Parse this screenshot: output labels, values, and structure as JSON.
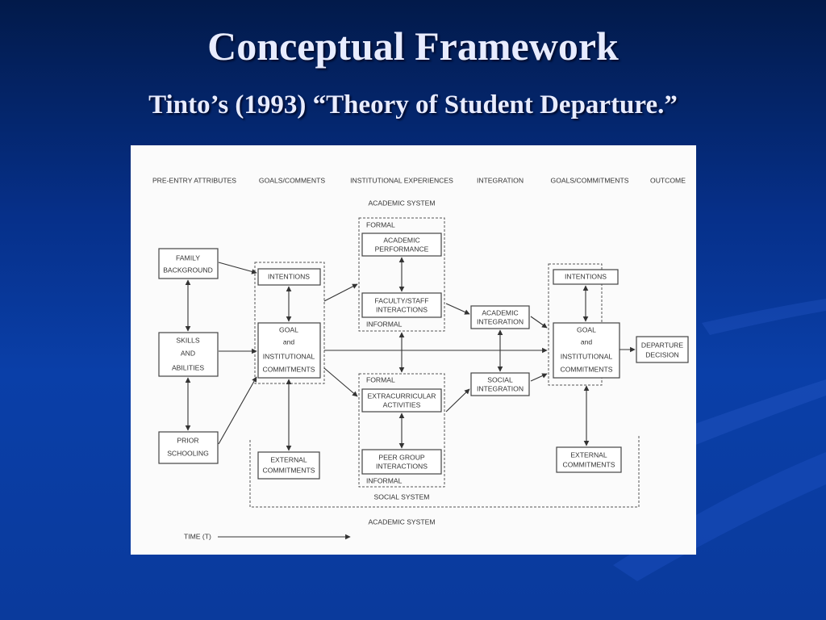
{
  "slide": {
    "title": "Conceptual Framework",
    "subtitle": "Tinto’s (1993) “Theory of Student Departure.”"
  },
  "diagram": {
    "column_headers": [
      "PRE-ENTRY ATTRIBUTES",
      "GOALS/COMMENTS",
      "INSTITUTIONAL EXPERIENCES",
      "INTEGRATION",
      "GOALS/COMMITMENTS",
      "OUTCOME"
    ],
    "academic_system_top": "ACADEMIC SYSTEM",
    "academic_system_bottom": "ACADEMIC SYSTEM",
    "social_system": "SOCIAL SYSTEM",
    "formal_top": "FORMAL",
    "informal_top": "INFORMAL",
    "formal_bottom": "FORMAL",
    "informal_bottom": "INFORMAL",
    "family_background": [
      "FAMILY",
      "BACKGROUND"
    ],
    "skills_abilities": [
      "SKILLS",
      "AND",
      "ABILITIES"
    ],
    "prior_schooling": [
      "PRIOR",
      "SCHOOLING"
    ],
    "intentions_1": "INTENTIONS",
    "goal_commitments_1": [
      "GOAL",
      "and",
      "INSTITUTIONAL",
      "COMMITMENTS"
    ],
    "external_commitments_1": [
      "EXTERNAL",
      "COMMITMENTS"
    ],
    "academic_performance": [
      "ACADEMIC",
      "PERFORMANCE"
    ],
    "faculty_staff": [
      "FACULTY/STAFF",
      "INTERACTIONS"
    ],
    "extracurricular": [
      "EXTRACURRICULAR",
      "ACTIVITIES"
    ],
    "peer_group": [
      "PEER GROUP",
      "INTERACTIONS"
    ],
    "academic_integration": [
      "ACADEMIC",
      "INTEGRATION"
    ],
    "social_integration": [
      "SOCIAL",
      "INTEGRATION"
    ],
    "intentions_2": "INTENTIONS",
    "goal_commitments_2": [
      "GOAL",
      "and",
      "INSTITUTIONAL",
      "COMMITMENTS"
    ],
    "external_commitments_2": [
      "EXTERNAL",
      "COMMITMENTS"
    ],
    "departure_decision": [
      "DEPARTURE",
      "DECISION"
    ],
    "time_label": "TIME (T)"
  }
}
